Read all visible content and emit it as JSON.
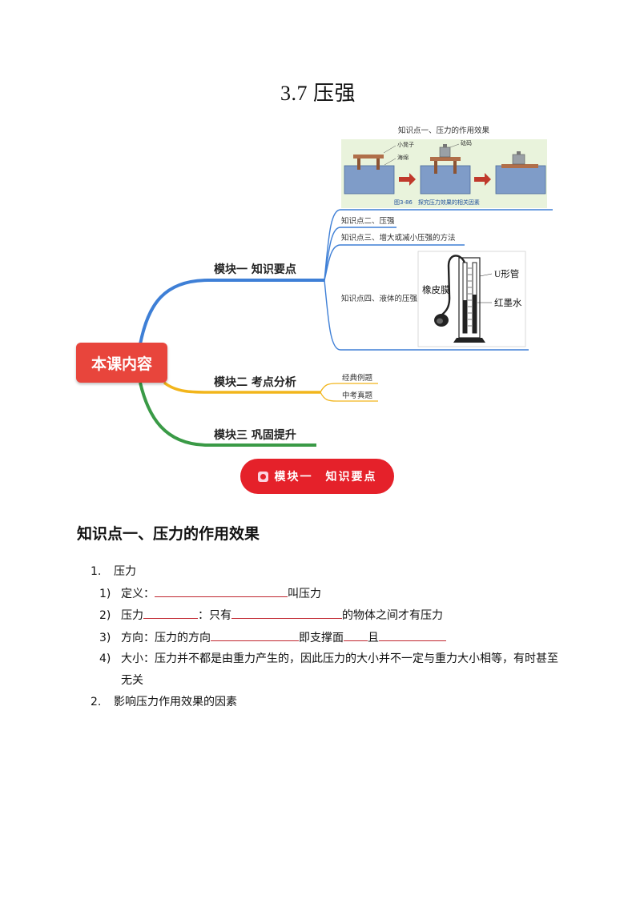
{
  "title": "3.7 压强",
  "mindmap": {
    "center": "本课内容",
    "modules": [
      "模块一 知识要点",
      "模块二 考点分析",
      "模块三 巩固提升"
    ],
    "points": [
      "知识点一、压力的作用效果",
      "知识点二、压强",
      "知识点三、增大或减小压强的方法",
      "知识点四、液体的压强"
    ],
    "module2_items": [
      "经典例题",
      "中考真题"
    ],
    "figure1": {
      "labels": [
        "小凳子",
        "海绵",
        "砝码"
      ],
      "caption": "图3-86　探究压力效果的相关因素"
    },
    "figure2": {
      "labels": [
        "U形管",
        "橡皮膜",
        "红墨水"
      ]
    },
    "colors": {
      "center": "#e8453c",
      "module1": "#3e7fd6",
      "module2": "#f2b51b",
      "module3": "#3a9a46"
    }
  },
  "banner": "模块一　知识要点",
  "section_title": "知识点一、压力的作用效果",
  "content": {
    "item1_num": "1.",
    "item1": "压力",
    "sub": [
      {
        "num": "1)",
        "before": "定义：",
        "after": "叫压力"
      },
      {
        "num": "2)",
        "a": "压力",
        "b": "：只有",
        "c": "的物体之间才有压力"
      },
      {
        "num": "3)",
        "a": "方向：压力的方向",
        "b": "即支撑面",
        "c": "且"
      },
      {
        "num": "4)",
        "line1": "大小：压力并不都是由重力产生的，因此压力的大小并不一定与重力大小相等，有时甚至",
        "line2": "无关"
      }
    ],
    "item2_num": "2.",
    "item2": "影响压力作用效果的因素"
  }
}
